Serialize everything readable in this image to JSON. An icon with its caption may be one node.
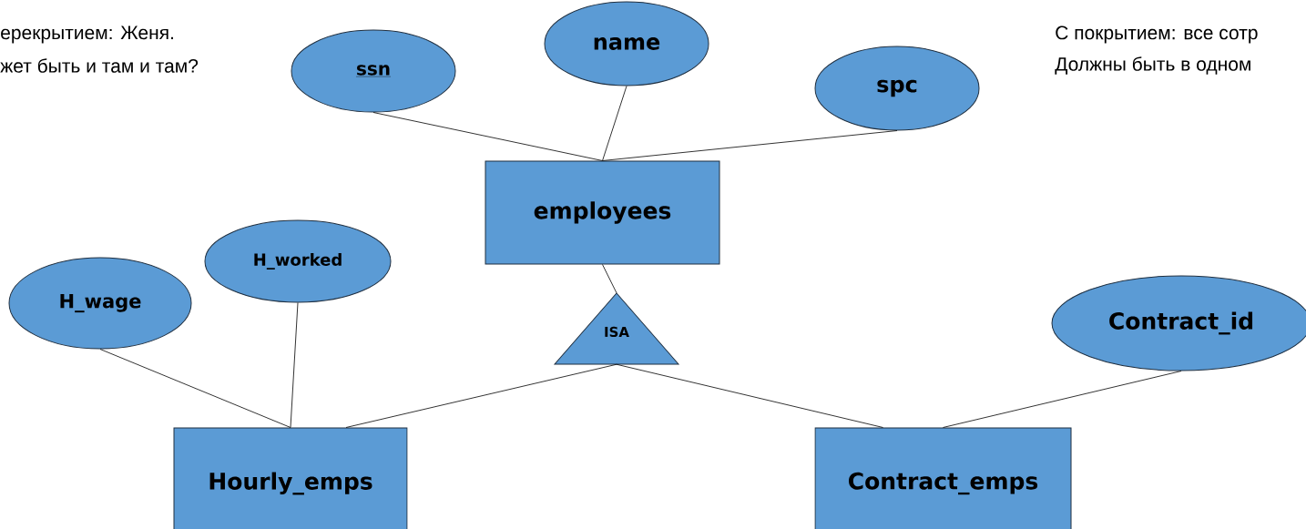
{
  "diagram": {
    "nodes": [
      {
        "text": [
          "ssn"
        ]
      },
      {
        "text": [
          "name"
        ]
      },
      {
        "text": [
          "spc"
        ]
      },
      {
        "text": [
          "employees"
        ]
      },
      {
        "text": [
          "H_worked"
        ]
      },
      {
        "text": [
          "H_wage"
        ]
      },
      {
        "text": [
          "ISA"
        ]
      },
      {
        "text": [
          "Contract_id"
        ]
      },
      {
        "text": [
          "Hourly_emps"
        ]
      },
      {
        "text": [
          "Contract_emps"
        ]
      }
    ],
    "edges": [
      {
        "from": 0,
        "to": 3,
        "arrow": "none"
      },
      {
        "from": 1,
        "to": 3,
        "arrow": "none"
      },
      {
        "from": 2,
        "to": 3,
        "arrow": "none"
      },
      {
        "from": 3,
        "to": 6,
        "arrow": "none"
      },
      {
        "from": 5,
        "to": 8,
        "arrow": "none"
      },
      {
        "from": 4,
        "to": 8,
        "arrow": "none"
      },
      {
        "from": 6,
        "to": 8,
        "arrow": "none"
      },
      {
        "from": 6,
        "to": 9,
        "arrow": "none"
      },
      {
        "from": 7,
        "to": 9,
        "arrow": "none"
      }
    ],
    "labels": [
      "ерекрытием: Женя.",
      "жет быть и там и там?",
      "С покрытием: все сотр",
      "Должны быть в одном"
    ]
  }
}
